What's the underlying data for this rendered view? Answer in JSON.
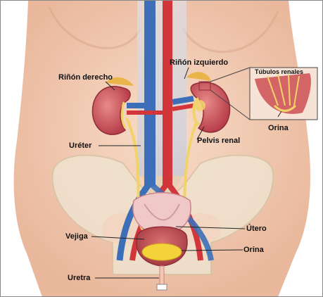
{
  "labels": {
    "kidney_right": "Riñón derecho",
    "kidney_left": "Riñón izquierdo",
    "tubules": "Túbulos renales",
    "urine_inset": "Orina",
    "ureter": "Uréter",
    "renal_pelvis": "Pelvis renal",
    "uterus": "Útero",
    "bladder": "Vejiga",
    "urine": "Orina",
    "urethra": "Uretra"
  },
  "colors": {
    "skin": "#f3cdb4",
    "kidney": "#c9505a",
    "artery": "#d2363a",
    "vein": "#3d6fb8",
    "ureter": "#f1d36a",
    "urine": "#f4d23a"
  }
}
